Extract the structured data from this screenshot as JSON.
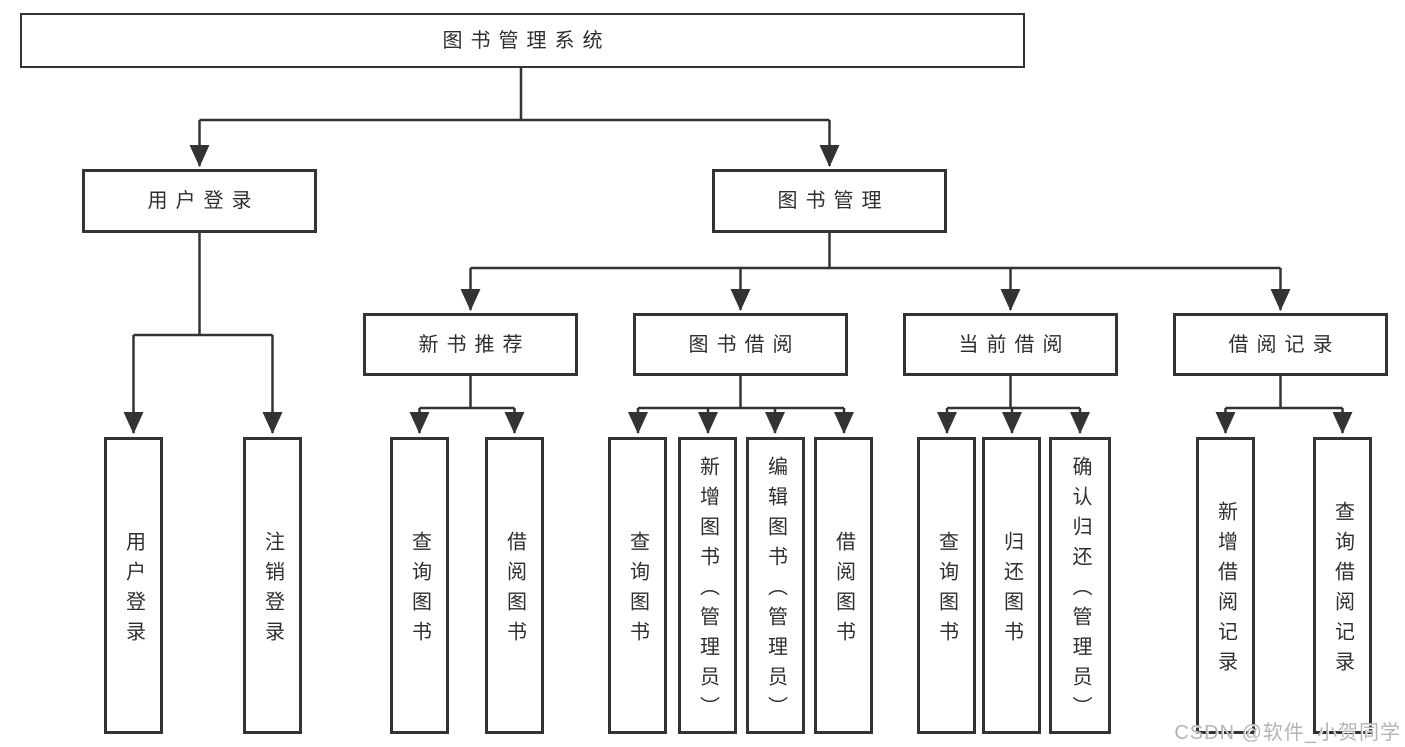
{
  "nodes": {
    "root": "图书管理系统",
    "level2": {
      "user_login": "用户登录",
      "book_management": "图书管理"
    },
    "level3": {
      "new_book_recommend": "新书推荐",
      "book_borrow": "图书借阅",
      "current_borrow": "当前借阅",
      "borrow_record": "借阅记录"
    },
    "leaves": {
      "user_login": [
        "用户登录",
        "注销登录"
      ],
      "new_book_recommend": [
        "查询图书",
        "借阅图书"
      ],
      "book_borrow": [
        "查询图书",
        "新增图书（管理员）",
        "编辑图书（管理员）",
        "借阅图书"
      ],
      "current_borrow": [
        "查询图书",
        "归还图书",
        "确认归还（管理员）"
      ],
      "borrow_record": [
        "新增借阅记录",
        "查询借阅记录"
      ]
    }
  },
  "watermark": "CSDN @软件_小贺同学",
  "colors": {
    "line": "#333333",
    "box_border": "#333333",
    "box_fill": "#ffffff",
    "text": "#2f2f2f",
    "watermark": "#b4b4b4",
    "background": "#ffffff"
  }
}
